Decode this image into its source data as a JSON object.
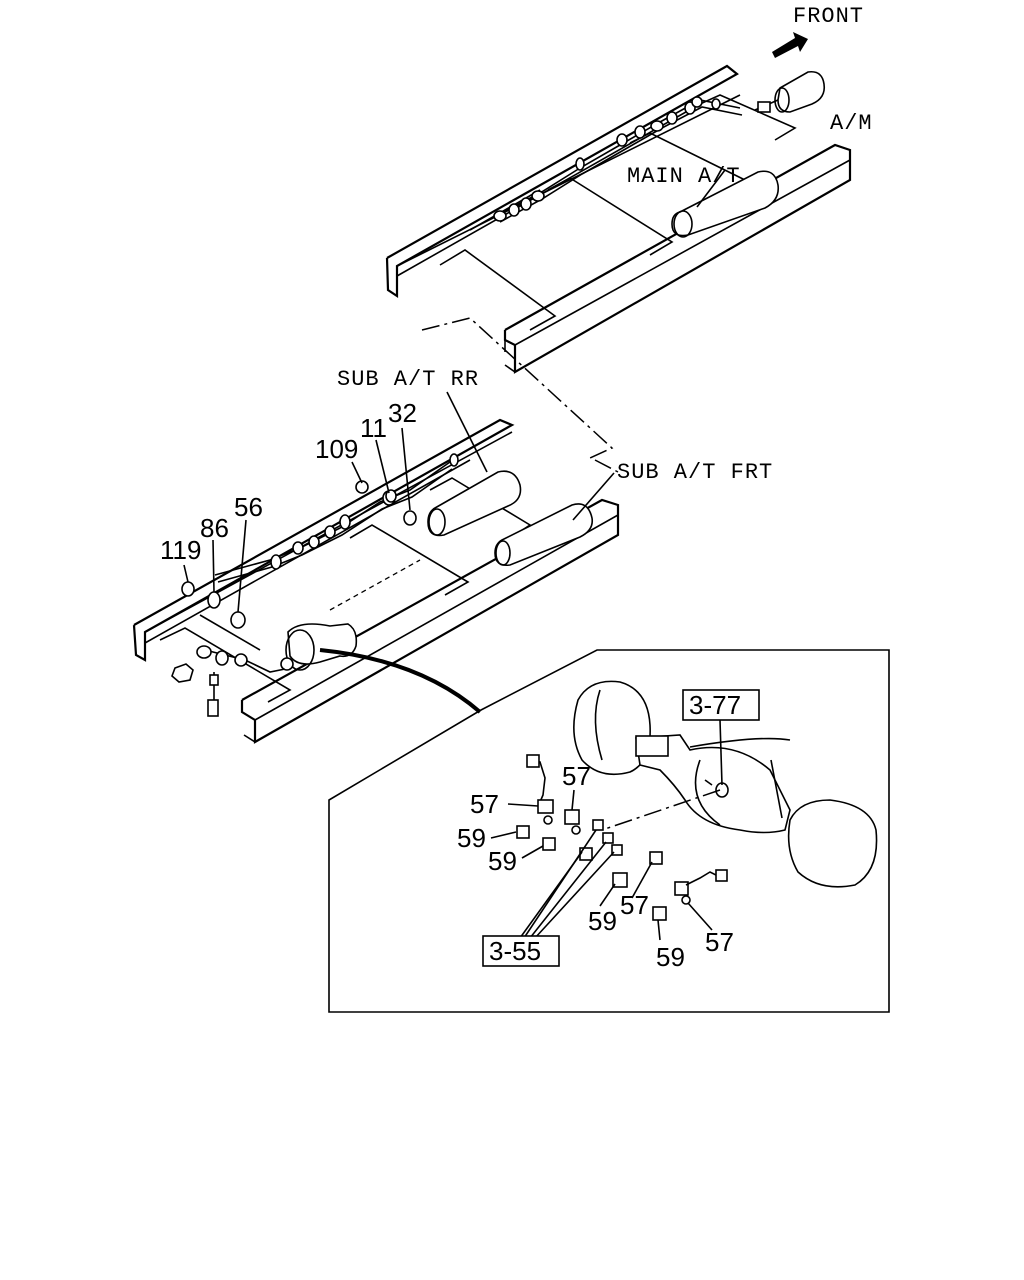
{
  "labels": {
    "front": "FRONT",
    "am": "A/M",
    "main_at": "MAIN A/T",
    "sub_at_rr": "SUB A/T RR",
    "sub_at_frt": "SUB A/T FRT"
  },
  "callouts": {
    "p109": "109",
    "p11": "11",
    "p32": "32",
    "p56": "56",
    "p86": "86",
    "p119": "119",
    "p57a": "57",
    "p57b": "57",
    "p57c": "57",
    "p57d": "57",
    "p59a": "59",
    "p59b": "59",
    "p59c": "59",
    "p59d": "59"
  },
  "refs": {
    "r377": "3-77",
    "r355": "3-55"
  }
}
